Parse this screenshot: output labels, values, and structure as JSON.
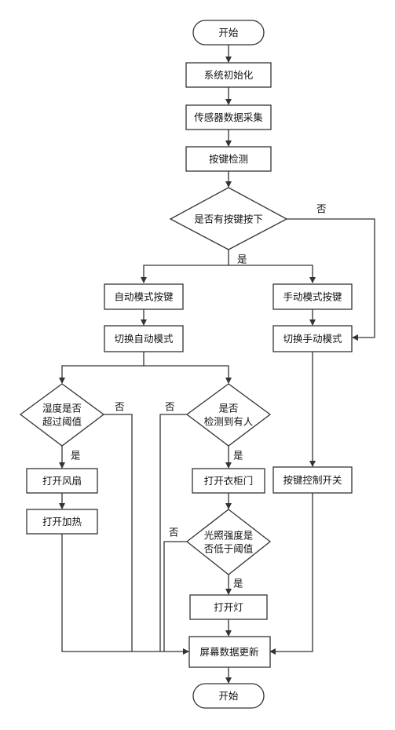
{
  "nodes": {
    "start": "开始",
    "init": "系统初始化",
    "sensor": "传感器数据采集",
    "keycheck": "按键检测",
    "keypress_q": "是否有按键按下",
    "auto_key": "自动模式按键",
    "manual_key": "手动模式按键",
    "switch_auto": "切换自动模式",
    "switch_manual": "切换手动模式",
    "humidity_q": [
      "湿度是否",
      "超过阈值"
    ],
    "person_q": [
      "是否",
      "检测到有人"
    ],
    "fan": "打开风扇",
    "heat": "打开加热",
    "wardrobe": "打开衣柜门",
    "light_q": [
      "光照强度是",
      "否低于阈值"
    ],
    "lamp": "打开灯",
    "key_control": "按键控制开关",
    "screen": "屏幕数据更新",
    "end": "开始"
  },
  "edge_labels": {
    "yes": "是",
    "no": "否"
  }
}
